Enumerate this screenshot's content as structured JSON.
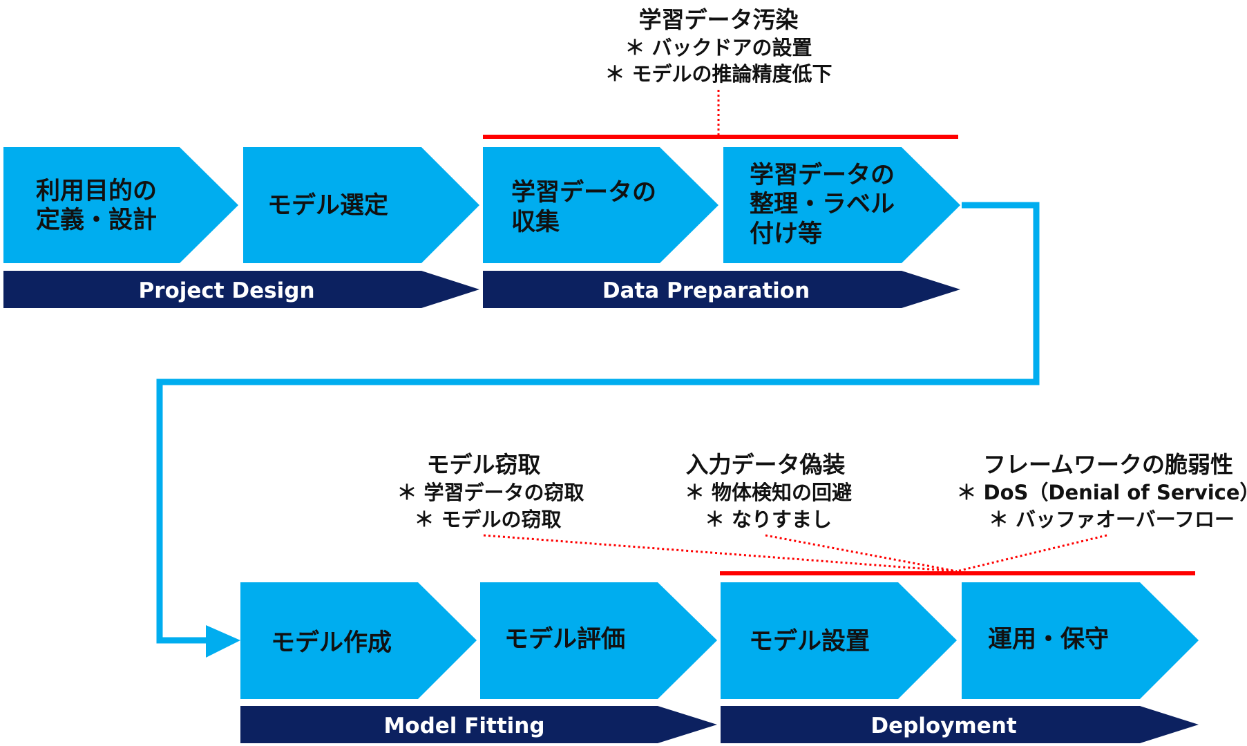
{
  "colors": {
    "step_fill": "#00adef",
    "phase_fill": "#0c2160",
    "flow_line": "#00adef",
    "threat_line": "#ff0000"
  },
  "steps": [
    {
      "line1": "利用目的の",
      "line2": "定義・設計"
    },
    {
      "line1": "モデル選定"
    },
    {
      "line1": "学習データの",
      "line2": "収集"
    },
    {
      "line1": "学習データの",
      "line2": "整理・ラベル",
      "line3": "付け等"
    },
    {
      "line1": "モデル作成"
    },
    {
      "line1": "モデル評価"
    },
    {
      "line1": "モデル設置"
    },
    {
      "line1": "運用・保守"
    }
  ],
  "phases": [
    {
      "label": "Project Design"
    },
    {
      "label": "Data Preparation"
    },
    {
      "label": "Model Fitting"
    },
    {
      "label": "Deployment"
    }
  ],
  "threats": [
    {
      "title": "学習データ汚染",
      "items": [
        "＊ バックドアの設置",
        "＊ モデルの推論精度低下"
      ]
    },
    {
      "title": "モデル窃取",
      "items": [
        "＊ 学習データの窃取",
        "＊ モデルの窃取"
      ]
    },
    {
      "title": "入力データ偽装",
      "items": [
        "＊ 物体検知の回避",
        "＊ なりすまし"
      ]
    },
    {
      "title": "フレームワークの脆弱性",
      "items": [
        "＊ DoS（Denial of Service）",
        "＊ バッファオーバーフロー"
      ]
    }
  ]
}
